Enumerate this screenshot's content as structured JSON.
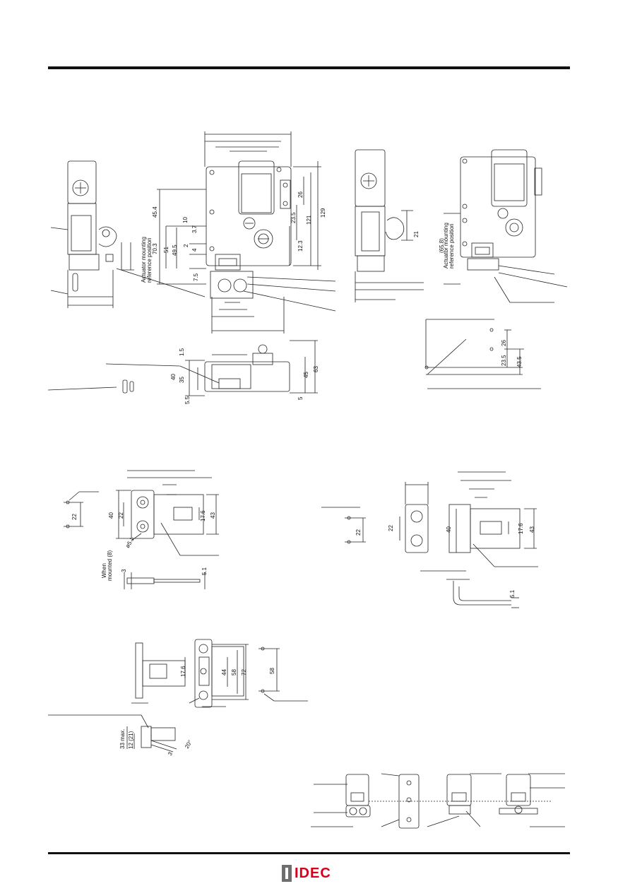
{
  "header": {
    "rule": "top"
  },
  "dims": {
    "d1_5": "1.5",
    "d40": "40",
    "d35": "35",
    "d5_5": "5.5",
    "d45": "45",
    "d63": "63",
    "d5": "5",
    "d45_4": "45.4",
    "d51": "51",
    "d49_5": "49.5",
    "d10": "10",
    "d3_7": "3.7",
    "d2": "2",
    "d4": "4",
    "d7_5": "7.5",
    "d70_3": "70.3",
    "d26": "26",
    "d23_5": "23.5",
    "d12_3": "12.3",
    "d121": "121",
    "d129": "129",
    "d21": "21",
    "d26b": "26",
    "d23_5b": "23.5",
    "d43_5": "43.5",
    "d65_8": "(65.8)",
    "d22a": "22",
    "d22b": "22",
    "d17_6a": "17.6",
    "d43a": "43",
    "d40a": "40",
    "d3": "3",
    "d5_1a": "5.1",
    "d22c": "22",
    "d22d": "22",
    "d40b": "40",
    "d17_6b": "17.6",
    "d43b": "43",
    "d5_1b": "5.1",
    "d17_6c": "17.6",
    "d44": "44",
    "d58a": "58",
    "d72": "72",
    "d58b": "58",
    "d33max": "33 max.",
    "d12_21": "12 (21)",
    "d20deg": "20°",
    "d3b": "3"
  },
  "labels": {
    "actuator_mounting_ref_a": "Actuator mounting",
    "actuator_mounting_ref_b": "reference position",
    "actuator_mounting_ref_c": "Actuator mounting",
    "actuator_mounting_ref_d": "reference position",
    "when_mounted": "When",
    "when_mounted_b": "mounted (8)",
    "hole_dia": "ø5.1"
  },
  "logo": {
    "text": "IDEC",
    "color": "#d6001c",
    "mark_color": "#6e6e6e"
  },
  "footer": {
    "rule": "bottom"
  }
}
